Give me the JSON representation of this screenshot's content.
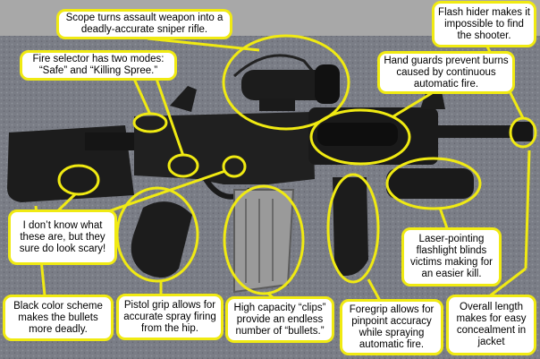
{
  "colors": {
    "callout_border": "#f0ea12",
    "callout_fill": "#ffffff",
    "top_background": "#a8a8a8",
    "carpet": "#7a7d86",
    "rifle": "#1c1c1c"
  },
  "callouts": {
    "scope": "Scope turns assault weapon into a deadly-accurate sniper rifle.",
    "flash_hider": "Flash hider makes it impossible to find the shooter.",
    "fire_selector": "Fire selector has two modes: “Safe” and “Killing Spree.”",
    "hand_guards": "Hand guards prevent burns caused by continuous automatic fire.",
    "unknown_parts": "I don’t know what these are, but they sure do look scary!",
    "laser_flashlight": "Laser-pointing flashlight blinds victims making for an easier kill.",
    "black_color": "Black color scheme makes the bullets more deadly.",
    "pistol_grip": "Pistol grip allows for accurate spray firing from the hip.",
    "clips": "High capacity “clips” provide an endless number of “bullets.”",
    "foregrip": "Foregrip allows for pinpoint accuracy while spraying automatic fire.",
    "overall_length": "Overall length makes for easy concealment in jacket"
  }
}
